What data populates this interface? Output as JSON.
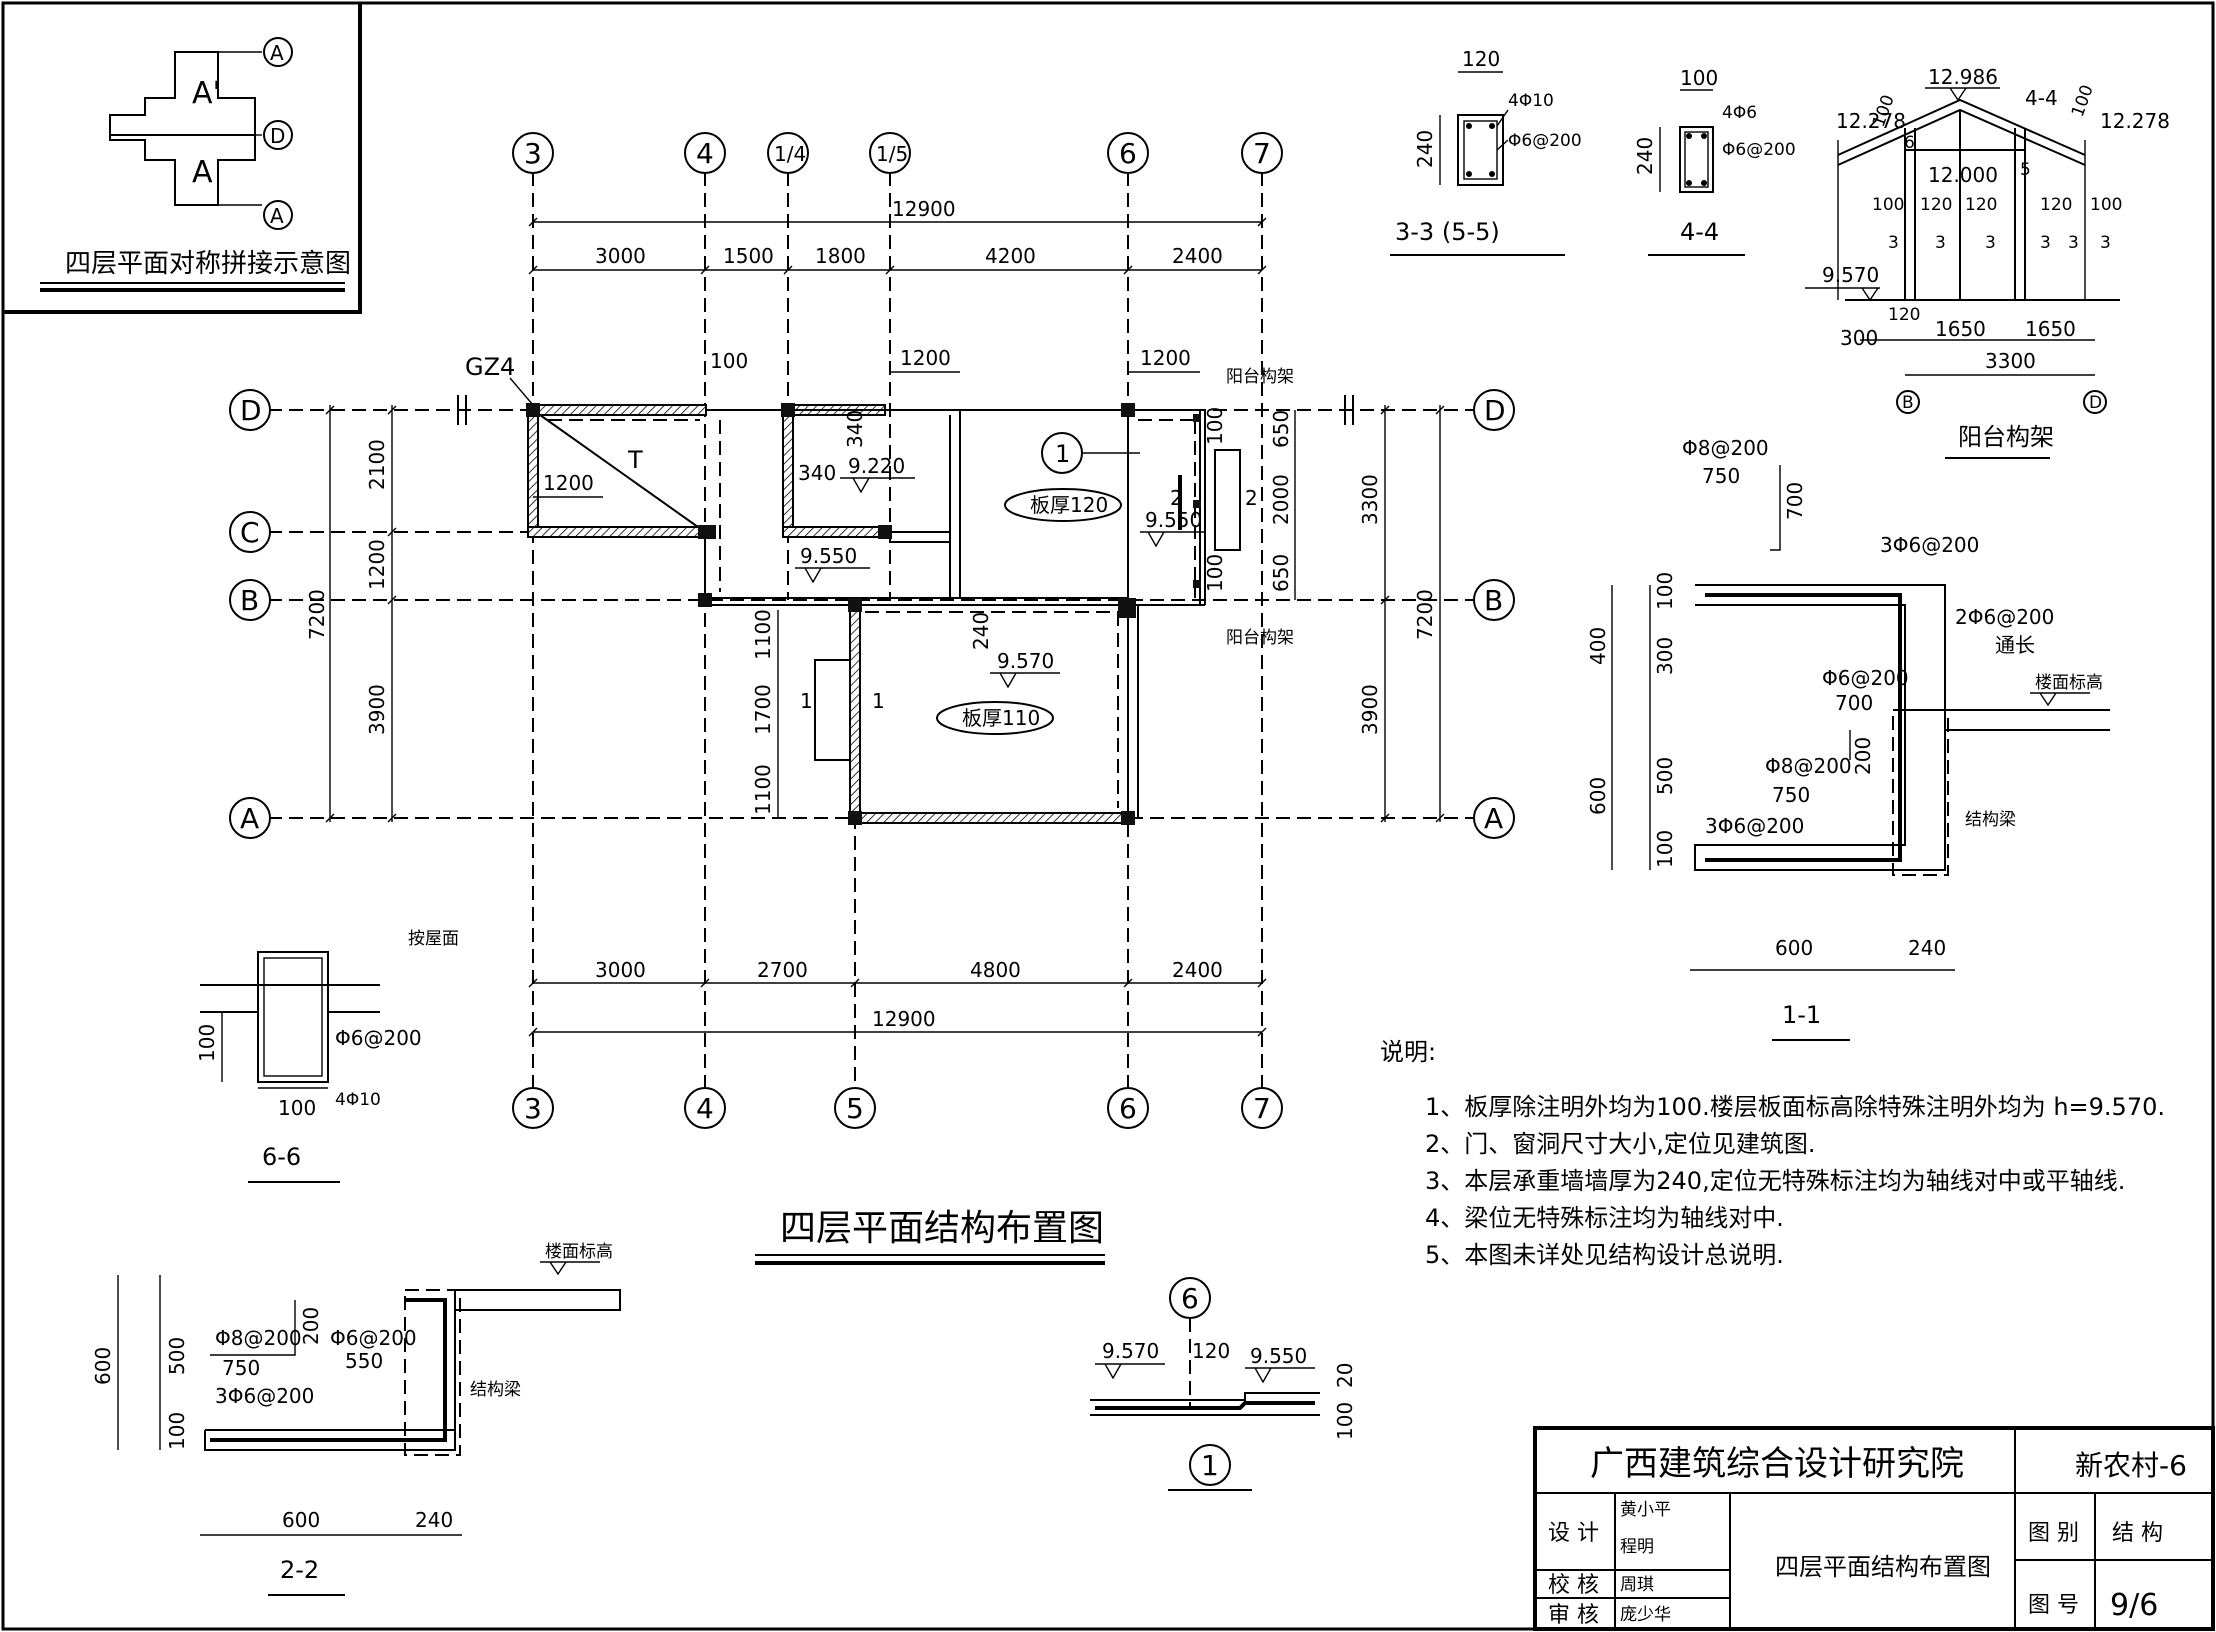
{
  "inset_key": {
    "title": "四层平面对称拼接示意图",
    "labels": [
      "A'",
      "A"
    ],
    "axes": [
      "A",
      "D",
      "A"
    ]
  },
  "plan": {
    "title": "四层平面结构布置图",
    "top_axes": [
      "3",
      "4",
      "1/4",
      "1/5",
      "6",
      "7"
    ],
    "bottom_axes": [
      "3",
      "4",
      "5",
      "6",
      "7"
    ],
    "left_axes": [
      "D",
      "C",
      "B",
      "A"
    ],
    "right_axes": [
      "D",
      "B",
      "A"
    ],
    "top_total": "12900",
    "top_dims": [
      "3000",
      "1500",
      "1800",
      "4200",
      "2400"
    ],
    "bottom_dims": [
      "3000",
      "2700",
      "4800",
      "2400"
    ],
    "bottom_total": "12900",
    "left_dims": [
      "2100",
      "1200",
      "3900"
    ],
    "left_total": "7200",
    "right_dims": [
      "3300",
      "3900"
    ],
    "right_total": "7200",
    "balcony_dims": [
      "650",
      "2000",
      "650"
    ],
    "small_dims": [
      "100",
      "1200",
      "1200",
      "1200",
      "340",
      "340",
      "100",
      "100",
      "240",
      "1100",
      "1700",
      "1100"
    ],
    "annotations": {
      "gz": "GZ4",
      "stair": "T",
      "slab1": "板厚120",
      "slab2": "板厚110",
      "el1": "9.220",
      "el2": "9.550",
      "el3": "9.550",
      "el4": "9.570",
      "balcony_top": "阳台构架",
      "balcony_bot": "阳台构架",
      "detail_ref": "1",
      "sec2": "2",
      "sec1": "1"
    }
  },
  "sec33": {
    "title": "3-3 (5-5)",
    "w": "120",
    "h": "240",
    "bars": "4Φ10",
    "stirrup": "Φ6@200"
  },
  "sec44": {
    "title": "4-4",
    "w": "100",
    "h": "240",
    "bars": "4Φ6",
    "stirrup": "Φ6@200"
  },
  "balcony_frame": {
    "title": "阳台构架",
    "elevations": [
      "12.986",
      "12.278",
      "12.278",
      "12.000",
      "9.570"
    ],
    "labels": [
      "4-4",
      "100",
      "100",
      "100",
      "120",
      "120",
      "120",
      "100",
      "5",
      "6"
    ],
    "dims": [
      "300",
      "1650",
      "1650",
      "3300",
      "120"
    ],
    "axes": [
      "B",
      "D"
    ],
    "marks": [
      "3",
      "3",
      "3",
      "3",
      "3",
      "3"
    ]
  },
  "sec11": {
    "title": "1-1",
    "labels": [
      "Φ8@200",
      "750",
      "700",
      "3Φ6@200",
      "2Φ6@200",
      "通长",
      "Φ6@200",
      "700",
      "楼面标高",
      "Φ8@200",
      "750",
      "200",
      "3Φ6@200",
      "结构梁"
    ],
    "dims_v": [
      "100",
      "300",
      "400",
      "500",
      "600",
      "100"
    ],
    "dims_h": [
      "600",
      "240"
    ]
  },
  "sec66": {
    "title": "6-6",
    "roof": "按屋面",
    "stirrup": "Φ6@200",
    "bars": "4Φ10",
    "w": "100",
    "h": "100"
  },
  "sec22": {
    "title": "2-2",
    "labels": [
      "楼面标高",
      "Φ8@200",
      "750",
      "200",
      "Φ6@200",
      "550",
      "3Φ6@200",
      "结构梁"
    ],
    "dims_v": [
      "600",
      "500",
      "100"
    ],
    "dims_h": [
      "600",
      "240"
    ]
  },
  "detail1": {
    "title": "1",
    "axis": "6",
    "el_left": "9.570",
    "el_right": "9.550",
    "gap": "120",
    "h1": "20",
    "h2": "100"
  },
  "notes": {
    "heading": "说明:",
    "items": [
      "1、板厚除注明外均为100.楼层板面标高除特殊注明外均为 h=9.570.",
      "2、门、窗洞尺寸大小,定位见建筑图.",
      "3、本层承重墙墙厚为240,定位无特殊标注均为轴线对中或平轴线.",
      "4、梁位无特殊标注均为轴线对中.",
      "5、本图未详处见结构设计总说明."
    ]
  },
  "titleblock": {
    "org": "广西建筑综合设计研究院",
    "project": "新农村-6",
    "design_label": "设 计",
    "designer1": "黄小平",
    "designer2": "程明",
    "check_label": "校 核",
    "checker": "周琪",
    "review_label": "审 核",
    "reviewer": "庞少华",
    "drawing_name": "四层平面结构布置图",
    "cat_label": "图 别",
    "cat_value": "结 构",
    "no_label": "图 号",
    "no_value": "9/6"
  }
}
